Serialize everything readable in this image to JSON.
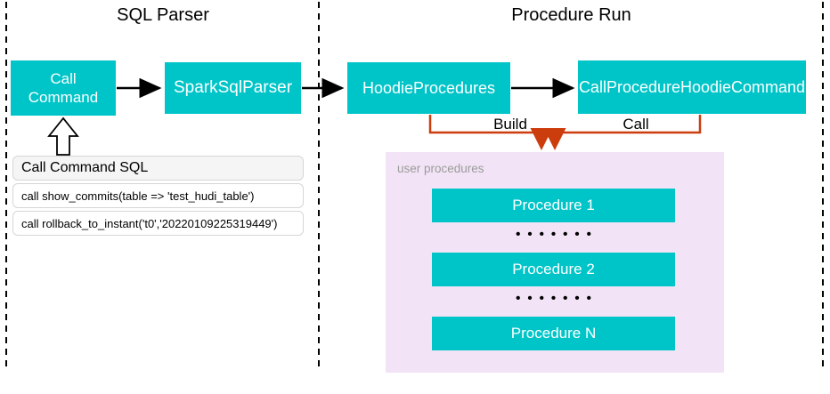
{
  "diagram": {
    "lanes": {
      "sql_parser_title": "SQL Parser",
      "procedure_run_title": "Procedure Run"
    },
    "nodes": {
      "call_command": "Call Command",
      "spark_sql_parser": "SparkSqlParser",
      "hoodie_procedures": "HoodieProcedures",
      "call_procedure_hoodie_command": "CallProcedureHoodieCommand"
    },
    "edge_labels": {
      "build": "Build",
      "call": "Call"
    },
    "sql_panel": {
      "title": "Call Command SQL",
      "rows": [
        "call show_commits(table => 'test_hudi_table')",
        "call rollback_to_instant('t0','20220109225319449')"
      ]
    },
    "user_procedures": {
      "label": "user procedures",
      "items": [
        "Procedure 1",
        "Procedure 2",
        "Procedure N"
      ],
      "dots": "•••••••"
    },
    "colors": {
      "node_fill": "#00c5c8",
      "node_text": "#ffffff",
      "edge_orange": "#cc3d0e",
      "edge_black": "#000000",
      "lane_dash": "#000000",
      "user_procedures_fill": "#f2e4f6",
      "sql_header_fill": "#f5f5f5"
    }
  }
}
